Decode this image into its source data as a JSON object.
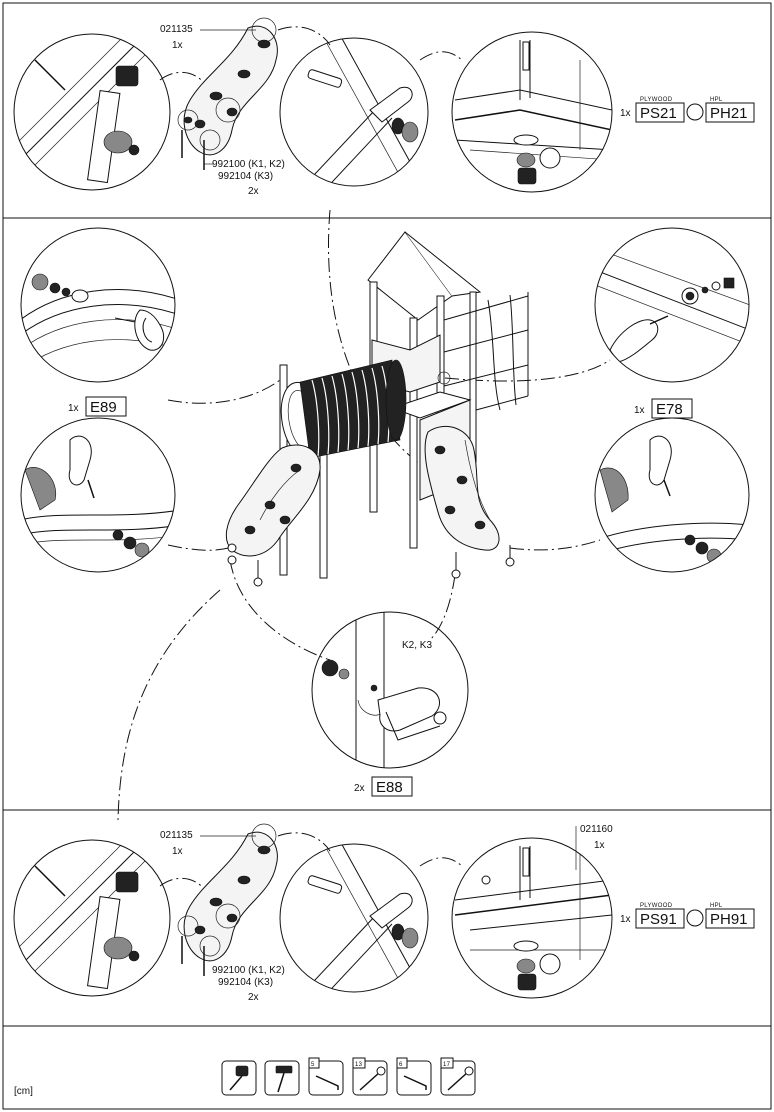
{
  "top_section": {
    "part_number": "021135",
    "part_qty": "1x",
    "bolt_line1": "992100 (K1, K2)",
    "bolt_line2": "992104 (K3)",
    "bolt_qty": "2x",
    "kit_qty": "1x",
    "material1_caption": "PLYWOOD",
    "material1_code": "PS21",
    "material2_caption": "HPL",
    "material2_code": "PH21"
  },
  "middle_section": {
    "left_qty": "1x",
    "left_code": "E89",
    "right_qty": "1x",
    "right_code": "E78",
    "bracket_note": "K2, K3",
    "bottom_qty": "2x",
    "bottom_code": "E88"
  },
  "bottom_section": {
    "part_number": "021135",
    "part_qty": "1x",
    "bolt_line1": "992100 (K1, K2)",
    "bolt_line2": "992104 (K3)",
    "bolt_qty": "2x",
    "extra_part_number": "021160",
    "extra_part_qty": "1x",
    "kit_qty": "1x",
    "material1_caption": "PLYWOOD",
    "material1_code": "PS91",
    "material2_caption": "HPL",
    "material2_code": "PH91"
  },
  "footer": {
    "unit_label": "[cm]",
    "tools": [
      {
        "name": "socket-wrench-icon",
        "label": ""
      },
      {
        "name": "hammer-icon",
        "label": ""
      },
      {
        "name": "hex-key-icon",
        "label": "5"
      },
      {
        "name": "spanner-icon",
        "label": "13"
      },
      {
        "name": "hex-key-icon",
        "label": "6"
      },
      {
        "name": "spanner-icon",
        "label": "17"
      }
    ]
  }
}
